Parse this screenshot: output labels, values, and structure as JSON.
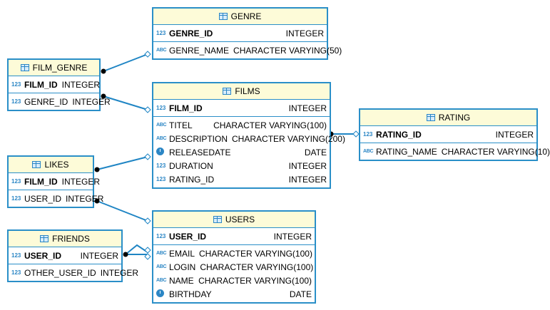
{
  "tables": {
    "genre": {
      "name": "GENRE",
      "pk": [
        {
          "icon": "123",
          "name": "GENRE_ID",
          "type": "INTEGER"
        }
      ],
      "cols": [
        {
          "icon": "abc",
          "name": "GENRE_NAME",
          "type": "CHARACTER VARYING(50)"
        }
      ]
    },
    "film_genre": {
      "name": "FILM_GENRE",
      "pk": [
        {
          "icon": "123",
          "name": "FILM_ID",
          "type": "INTEGER"
        }
      ],
      "cols": [
        {
          "icon": "123",
          "name": "GENRE_ID",
          "type": "INTEGER"
        }
      ]
    },
    "films": {
      "name": "FILMS",
      "pk": [
        {
          "icon": "123",
          "name": "FILM_ID",
          "type": "INTEGER"
        }
      ],
      "cols": [
        {
          "icon": "abc",
          "name": "TITEL",
          "type": "CHARACTER VARYING(100)"
        },
        {
          "icon": "abc",
          "name": "DESCRIPTION",
          "type": "CHARACTER VARYING(200)"
        },
        {
          "icon": "clock",
          "name": "RELEASEDATE",
          "type": "DATE"
        },
        {
          "icon": "123",
          "name": "DURATION",
          "type": "INTEGER"
        },
        {
          "icon": "123",
          "name": "RATING_ID",
          "type": "INTEGER"
        }
      ]
    },
    "rating": {
      "name": "RATING",
      "pk": [
        {
          "icon": "123",
          "name": "RATING_ID",
          "type": "INTEGER"
        }
      ],
      "cols": [
        {
          "icon": "abc",
          "name": "RATING_NAME",
          "type": "CHARACTER VARYING(10)"
        }
      ]
    },
    "likes": {
      "name": "LIKES",
      "pk": [
        {
          "icon": "123",
          "name": "FILM_ID",
          "type": "INTEGER"
        }
      ],
      "cols": [
        {
          "icon": "123",
          "name": "USER_ID",
          "type": "INTEGER"
        }
      ]
    },
    "users": {
      "name": "USERS",
      "pk": [
        {
          "icon": "123",
          "name": "USER_ID",
          "type": "INTEGER"
        }
      ],
      "cols": [
        {
          "icon": "abc",
          "name": "EMAIL",
          "type": "CHARACTER VARYING(100)"
        },
        {
          "icon": "abc",
          "name": "LOGIN",
          "type": "CHARACTER VARYING(100)"
        },
        {
          "icon": "abc",
          "name": "NAME",
          "type": "CHARACTER VARYING(100)"
        },
        {
          "icon": "clock",
          "name": "BIRTHDAY",
          "type": "DATE"
        }
      ]
    },
    "friends": {
      "name": "FRIENDS",
      "pk": [
        {
          "icon": "123",
          "name": "USER_ID",
          "type": "INTEGER"
        }
      ],
      "cols": [
        {
          "icon": "123",
          "name": "OTHER_USER_ID",
          "type": "INTEGER"
        }
      ]
    }
  },
  "relationships": [
    {
      "from": "FILM_GENRE",
      "to": "GENRE"
    },
    {
      "from": "FILM_GENRE",
      "to": "FILMS"
    },
    {
      "from": "LIKES",
      "to": "FILMS"
    },
    {
      "from": "LIKES",
      "to": "USERS"
    },
    {
      "from": "FRIENDS",
      "to": "USERS"
    },
    {
      "from": "FRIENDS",
      "to": "USERS"
    },
    {
      "from": "FILMS",
      "to": "RATING"
    }
  ],
  "colors": {
    "border": "#2a8fc8",
    "header": "#fdfbd8",
    "line": "#1f85c4"
  }
}
